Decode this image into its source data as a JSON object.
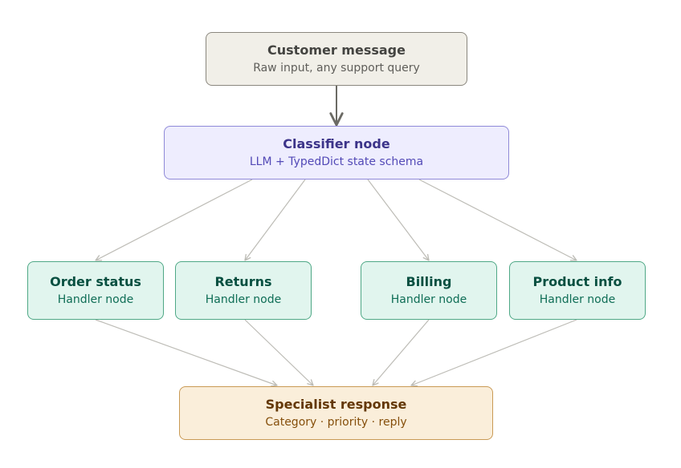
{
  "diagram": {
    "colors": {
      "edge_primary": "#6b6a64",
      "edge_secondary": "#bdbcb6",
      "input_fill": "#f1efe8",
      "classifier_fill": "#eeedfe",
      "handler_fill": "#e1f5ee",
      "output_fill": "#faeeda"
    },
    "input": {
      "title": "Customer message",
      "subtitle": "Raw input, any support query"
    },
    "classifier": {
      "title": "Classifier node",
      "subtitle": "LLM + TypedDict state schema"
    },
    "handlers": [
      {
        "title": "Order status",
        "subtitle": "Handler node"
      },
      {
        "title": "Returns",
        "subtitle": "Handler node"
      },
      {
        "title": "Billing",
        "subtitle": "Handler node"
      },
      {
        "title": "Product info",
        "subtitle": "Handler node"
      }
    ],
    "output": {
      "title": "Specialist response",
      "subtitle": "Category · priority · reply"
    },
    "edges": [
      {
        "from": "input",
        "to": "classifier",
        "style": "primary"
      },
      {
        "from": "classifier",
        "to": "order-status",
        "style": "secondary"
      },
      {
        "from": "classifier",
        "to": "returns",
        "style": "secondary"
      },
      {
        "from": "classifier",
        "to": "billing",
        "style": "secondary"
      },
      {
        "from": "classifier",
        "to": "product-info",
        "style": "secondary"
      },
      {
        "from": "order-status",
        "to": "output",
        "style": "secondary"
      },
      {
        "from": "returns",
        "to": "output",
        "style": "secondary"
      },
      {
        "from": "billing",
        "to": "output",
        "style": "secondary"
      },
      {
        "from": "product-info",
        "to": "output",
        "style": "secondary"
      }
    ]
  }
}
